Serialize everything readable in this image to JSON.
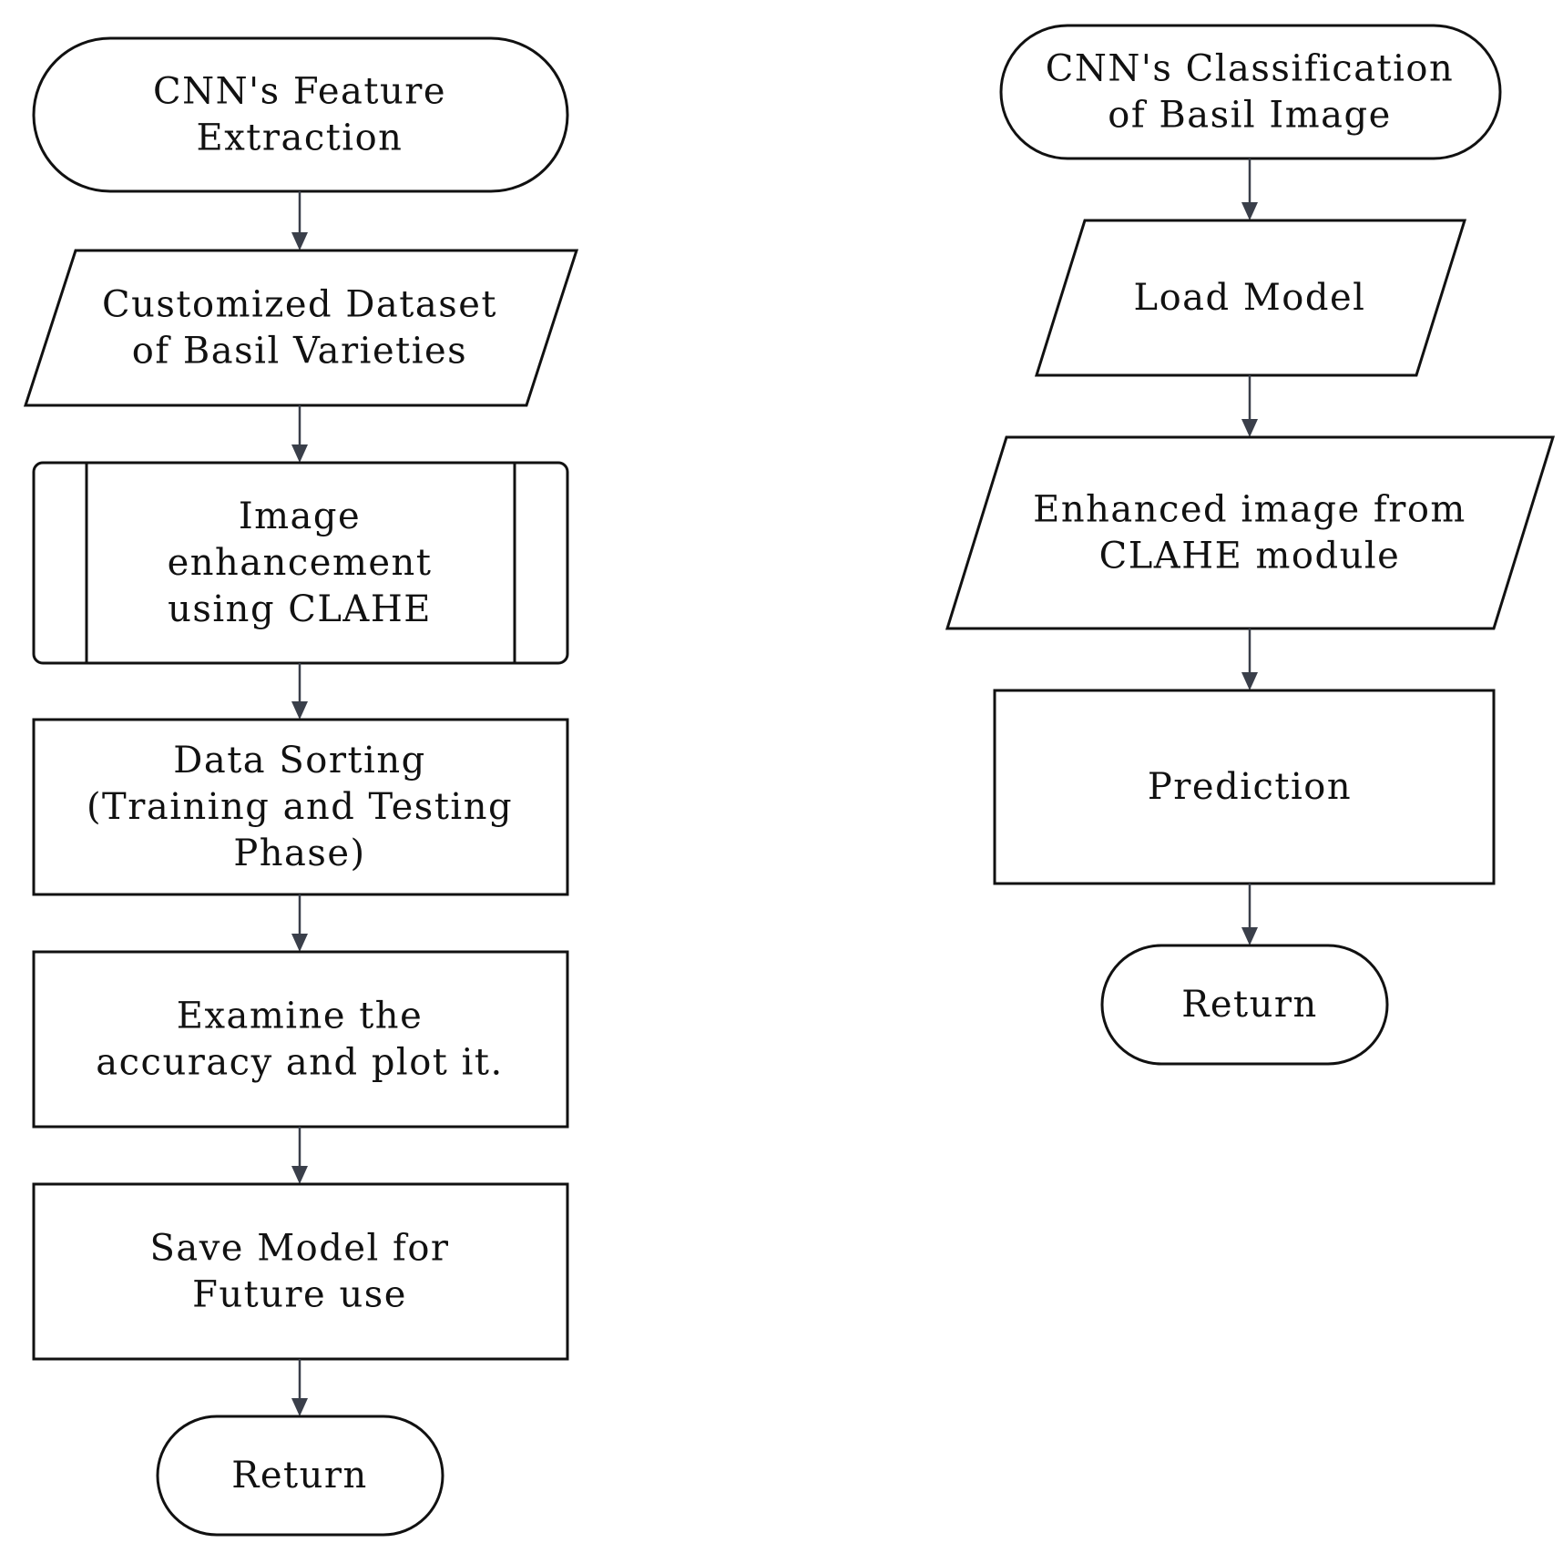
{
  "flowcharts": [
    {
      "id": "feature-extraction",
      "nodes": [
        {
          "id": "start",
          "shape": "terminator",
          "lines": [
            "CNN's Feature",
            "Extraction"
          ]
        },
        {
          "id": "dataset",
          "shape": "data",
          "lines": [
            "Customized Dataset",
            "of Basil Varieties"
          ]
        },
        {
          "id": "clahe",
          "shape": "predefined-process",
          "lines": [
            "Image",
            "enhancement",
            "using CLAHE"
          ]
        },
        {
          "id": "sorting",
          "shape": "process",
          "lines": [
            "Data Sorting",
            "(Training and Testing",
            "Phase)"
          ]
        },
        {
          "id": "examine",
          "shape": "process",
          "lines": [
            "Examine the",
            "accuracy and plot it."
          ]
        },
        {
          "id": "save",
          "shape": "process",
          "lines": [
            "Save Model for",
            "Future use"
          ]
        },
        {
          "id": "return",
          "shape": "terminator",
          "lines": [
            "Return"
          ]
        }
      ]
    },
    {
      "id": "classification",
      "nodes": [
        {
          "id": "start",
          "shape": "terminator",
          "lines": [
            "CNN's Classification",
            "of Basil Image"
          ]
        },
        {
          "id": "load",
          "shape": "data",
          "lines": [
            "Load Model"
          ]
        },
        {
          "id": "enhanced",
          "shape": "data",
          "lines": [
            "Enhanced image from",
            "CLAHE module"
          ]
        },
        {
          "id": "prediction",
          "shape": "process",
          "lines": [
            "Prediction"
          ]
        },
        {
          "id": "return",
          "shape": "terminator",
          "lines": [
            "Return"
          ]
        }
      ]
    }
  ],
  "colors": {
    "stroke": "#111111",
    "connector": "#3a3f4a",
    "fill": "#ffffff",
    "text": "#111111"
  }
}
